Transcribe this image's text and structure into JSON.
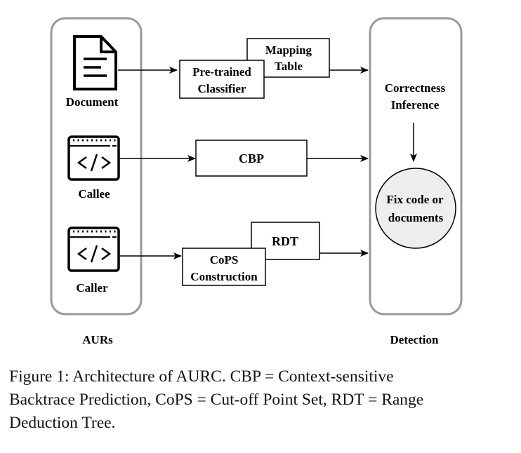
{
  "panels": {
    "left": {
      "label": "AURs"
    },
    "right": {
      "label": "Detection"
    }
  },
  "inputs": {
    "document": {
      "label": "Document",
      "icon": "document-icon"
    },
    "callee": {
      "label": "Callee",
      "icon": "code-window-icon"
    },
    "caller": {
      "label": "Caller",
      "icon": "code-window-icon"
    }
  },
  "boxes": {
    "mapping_table": [
      "Mapping",
      "Table"
    ],
    "pretrained_classifier": [
      "Pre-trained",
      "Classifier"
    ],
    "cbp": "CBP",
    "rdt": "RDT",
    "cops_construction": [
      "CoPS",
      "Construction"
    ]
  },
  "detection": {
    "correctness_inference": [
      "Correctness",
      "Inference"
    ],
    "fix": [
      "Fix code or",
      "documents"
    ]
  },
  "colors": {
    "panel_border": "#999999",
    "circle_fill": "#eeeeee",
    "line": "#000000"
  },
  "caption": {
    "lines": [
      "Figure 1: Architecture of AURC. CBP = Context-sensitive",
      "Backtrace Prediction, CoPS = Cut-off Point Set, RDT = Range",
      "Deduction Tree."
    ]
  }
}
